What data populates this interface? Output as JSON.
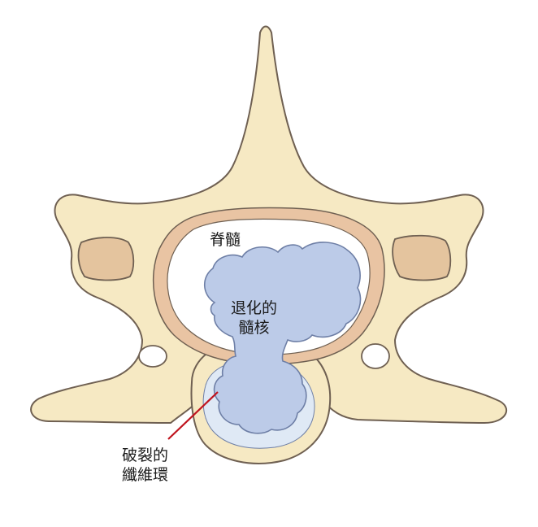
{
  "labels": {
    "spinal_cord": "脊髓",
    "degenerated_nucleus_line1": "退化的",
    "degenerated_nucleus_line2": "髓核",
    "ruptured_annulus_line1": "破裂的",
    "ruptured_annulus_line2": "纖維環"
  },
  "colors": {
    "bone_fill": "#f6e9c3",
    "bone_outline": "#6f6052",
    "canal_ring": "#e9c4a3",
    "canal_space": "#ffffff",
    "foramen_fill": "#e4c49e",
    "nucleus_fill": "#bccbe8",
    "nucleus_outline": "#6e7fa6",
    "annulus_inner": "#dfe9f5",
    "pointer_line": "#c0141e"
  }
}
